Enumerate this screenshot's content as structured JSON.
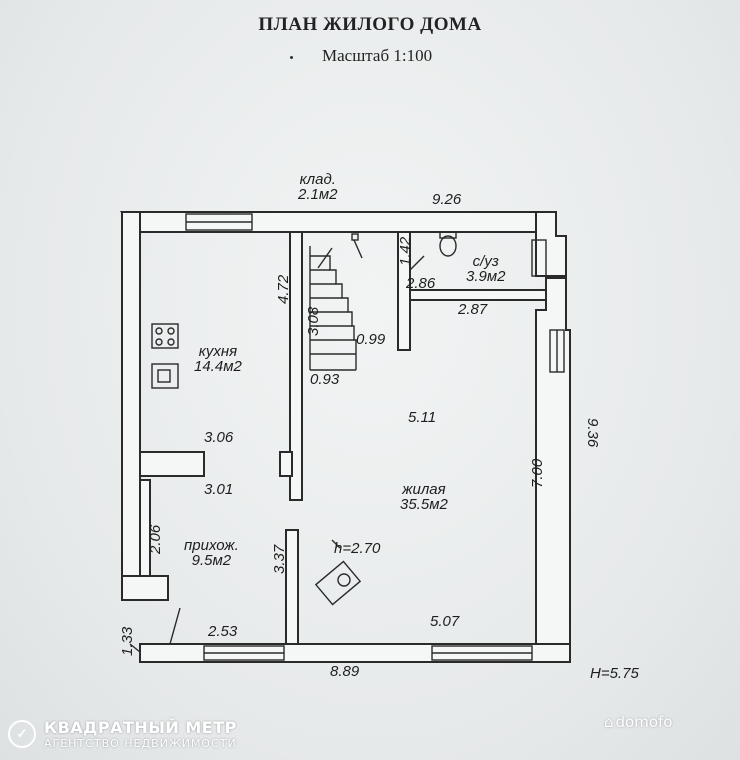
{
  "header": {
    "title": "ПЛАН ЖИЛОГО ДОМА",
    "scale": "Масштаб 1:100"
  },
  "rooms": {
    "storage": {
      "name": "клад.",
      "area": "2.1м2"
    },
    "kitchen": {
      "name": "кухня",
      "area": "14.4м2"
    },
    "bathroom": {
      "name": "с/уз",
      "area": "3.9м2"
    },
    "living": {
      "name": "жилая",
      "area": "35.5м2"
    },
    "hall": {
      "name": "прихож.",
      "area": "9.5м2"
    }
  },
  "dimensions": {
    "top_width": "9.26",
    "right_height": "9.36",
    "bottom_width": "8.89",
    "left_lower": "1.33",
    "kitchen_wall": "4.72",
    "stair_len": "3.08",
    "stair_width": "0.93",
    "bath_door": "1.42",
    "bath_width_a": "2.86",
    "bath_width_b": "2.87",
    "stair_gap": "0.99",
    "living_depth": "5.11",
    "living_height": "7.00",
    "kitchen_width": "3.06",
    "hall_width": "3.01",
    "hall_height": "2.06",
    "hall_wall": "3.37",
    "hall_bottom": "2.53",
    "living_bottom": "5.07"
  },
  "notes": {
    "ceiling_height": "h=2.70",
    "house_height": "H=5.75"
  },
  "branding": {
    "name": "КВАДРАТНЫЙ МЕТР",
    "subtitle": "АГЕНТСТВО НЕДВИЖИМОСТИ",
    "watermark": "domofo"
  },
  "colors": {
    "wall": "#f4f5f5",
    "line": "#2a2a2a"
  }
}
